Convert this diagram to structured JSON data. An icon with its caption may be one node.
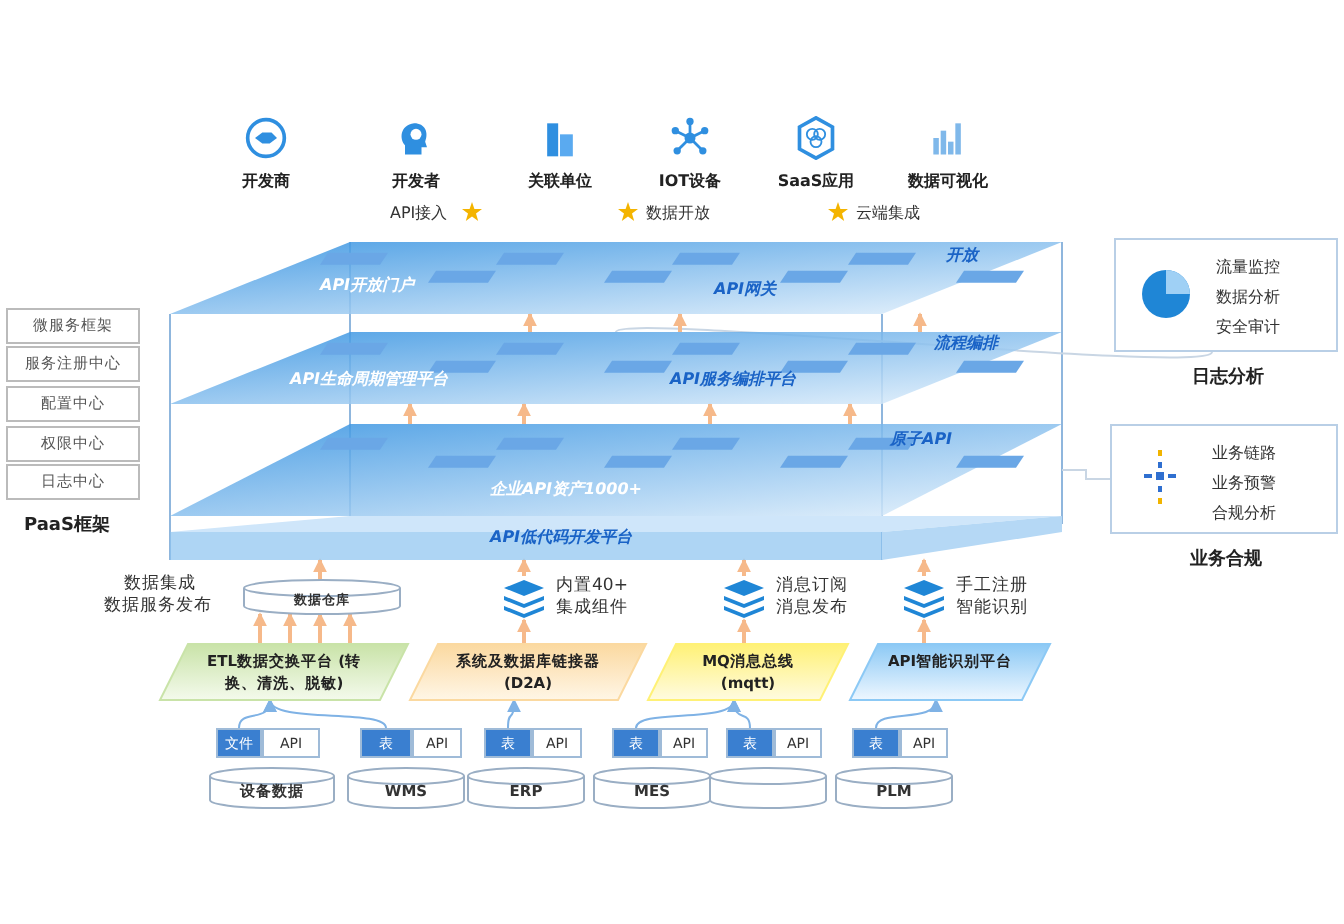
{
  "diagram": {
    "nodes": [
      {
        "text": [
          "开发商"
        ]
      },
      {
        "text": [
          "开发者"
        ]
      },
      {
        "text": [
          "关联单位"
        ]
      },
      {
        "text": [
          "IOT设备"
        ]
      },
      {
        "text": [
          "SaaS应用"
        ]
      },
      {
        "text": [
          "数据可视化"
        ]
      },
      {
        "text": [
          "微服务框架"
        ]
      },
      {
        "text": [
          "服务注册中心"
        ]
      },
      {
        "text": [
          "配置中心"
        ]
      },
      {
        "text": [
          "权限中心"
        ]
      },
      {
        "text": [
          "日志中心"
        ]
      },
      {
        "text": [
          "API开放门户",
          "API网关",
          "开放"
        ]
      },
      {
        "text": [
          "API生命周期管理平台",
          "API服务编排平台",
          "流程编排"
        ]
      },
      {
        "text": [
          "企业API资产1000+",
          "原子API"
        ]
      },
      {
        "text": [
          "API低代码开发平台"
        ]
      },
      {
        "text": [
          "流量监控",
          "数据分析",
          "安全审计",
          "日志分析"
        ]
      },
      {
        "text": [
          "业务链路",
          "业务预警",
          "合规分析",
          "业务合规"
        ]
      },
      {
        "text": [
          "数据仓库"
        ]
      },
      {
        "text": [
          "ETL数据交换平台 (转换、清洗、脱敏)"
        ]
      },
      {
        "text": [
          "系统及数据库链接器 (D2A)"
        ]
      },
      {
        "text": [
          "MQ消息总线 (mqtt)"
        ]
      },
      {
        "text": [
          "API智能识别平台"
        ]
      },
      {
        "text": [
          "文件"
        ]
      },
      {
        "text": [
          "API"
        ]
      },
      {
        "text": [
          "表"
        ]
      },
      {
        "text": [
          "API"
        ]
      },
      {
        "text": [
          "表"
        ]
      },
      {
        "text": [
          "API"
        ]
      },
      {
        "text": [
          "表"
        ]
      },
      {
        "text": [
          "API"
        ]
      },
      {
        "text": [
          "表"
        ]
      },
      {
        "text": [
          "API"
        ]
      },
      {
        "text": [
          "表"
        ]
      },
      {
        "text": [
          "API"
        ]
      },
      {
        "text": [
          "设备数据"
        ]
      },
      {
        "text": [
          "WMS"
        ]
      },
      {
        "text": [
          "ERP"
        ]
      },
      {
        "text": [
          "MES"
        ]
      },
      {
        "text": [],
        "shape": "cylinder"
      },
      {
        "text": [
          "PLM"
        ]
      },
      {
        "text": [
          "内置40+集成组件"
        ]
      },
      {
        "text": [
          "消息订阅",
          "消息发布"
        ]
      },
      {
        "text": [
          "手工注册",
          "智能识别"
        ]
      }
    ],
    "edges": [
      {
        "from": 22,
        "to": 18,
        "arrow": "to",
        "color": "#7fb2e5"
      },
      {
        "from": 24,
        "to": 18,
        "arrow": "to",
        "color": "#7fb2e5"
      },
      {
        "from": 26,
        "to": 19,
        "arrow": "to",
        "color": "#7fb2e5"
      },
      {
        "from": 28,
        "to": 20,
        "arrow": "to",
        "color": "#7fb2e5"
      },
      {
        "from": 30,
        "to": 20,
        "arrow": "to",
        "color": "#7fb2e5"
      },
      {
        "from": 32,
        "to": 21,
        "arrow": "to",
        "color": "#7fb2e5"
      },
      {
        "from": 12,
        "to": 15,
        "arrow": "none",
        "color": "#c9d6e4"
      },
      {
        "from": 13,
        "to": 16,
        "arrow": "none",
        "color": "#c9d6e4"
      },
      {
        "from": 18,
        "to": 17,
        "arrow": "to"
      },
      {
        "from": 18,
        "to": 17,
        "arrow": "to"
      },
      {
        "from": 18,
        "to": 17,
        "arrow": "to"
      },
      {
        "from": 18,
        "to": 17,
        "arrow": "to"
      },
      {
        "from": 17,
        "to": 14,
        "arrow": "to"
      },
      {
        "from": 19,
        "to": 40,
        "arrow": "to"
      },
      {
        "from": 40,
        "to": 14,
        "arrow": "to"
      },
      {
        "from": 20,
        "to": 41,
        "arrow": "to"
      },
      {
        "from": 41,
        "to": 14,
        "arrow": "to"
      },
      {
        "from": 21,
        "to": 42,
        "arrow": "to"
      },
      {
        "from": 42,
        "to": 14,
        "arrow": "to"
      },
      {
        "from": 12,
        "to": 11,
        "arrow": "to"
      },
      {
        "from": 12,
        "to": 11,
        "arrow": "to"
      },
      {
        "from": 12,
        "to": 11,
        "arrow": "to"
      },
      {
        "from": 13,
        "to": 12,
        "arrow": "to"
      },
      {
        "from": 13,
        "to": 12,
        "arrow": "to"
      },
      {
        "from": 13,
        "to": 12,
        "arrow": "to"
      },
      {
        "from": 13,
        "to": 12,
        "arrow": "to"
      }
    ],
    "labels": [
      "API接入",
      "数据开放",
      "云端集成",
      "PaaS框架",
      "数据集成",
      "数据服务发布"
    ]
  }
}
